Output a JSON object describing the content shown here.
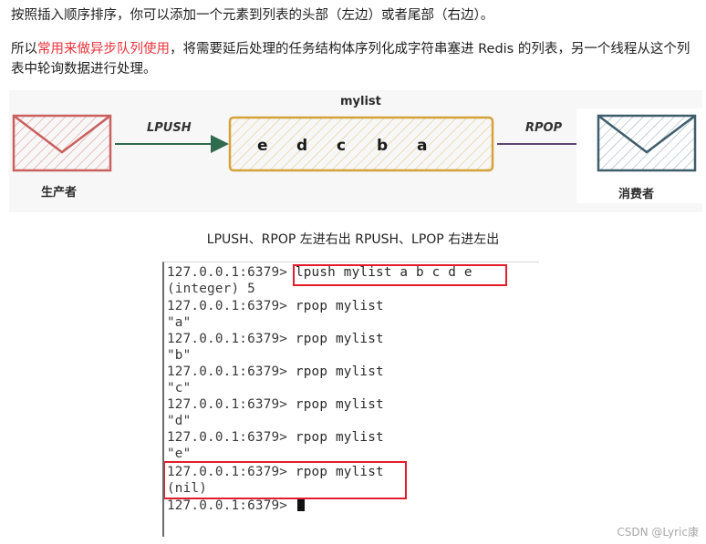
{
  "text": {
    "para1": "按照插入顺序排序，你可以添加一个元素到列表的头部（左边）或者尾部（右边）。",
    "para2_before": "所以",
    "para2_highlight": "常用来做异步队列使用",
    "para2_after": "，将需要延后处理的任务结构体序列化成字符串塞进 Redis 的列表，另一个线程从这个列表中轮询数据进行处理。"
  },
  "diagram": {
    "list_label": "mylist",
    "lpush_label": "LPUSH",
    "rpop_label": "RPOP",
    "producer_label": "生产者",
    "consumer_label": "消费者",
    "elements": [
      "e",
      "d",
      "c",
      "b",
      "a"
    ],
    "colors": {
      "producer": "#c9615f",
      "list": "#d4a238",
      "consumer": "#3f5e6b",
      "arrow_left": "#2f6b4f",
      "arrow_right": "#5a4673"
    }
  },
  "caption": "LPUSH、RPOP 左进右出   RPUSH、LPOP 右进左出",
  "terminal": {
    "prompt": "127.0.0.1:6379>",
    "lines": [
      {
        "prompt": "127.0.0.1:6379>",
        "cmd": " lpush mylist a b c d e"
      },
      {
        "prompt": "",
        "cmd": "(integer) 5"
      },
      {
        "prompt": "127.0.0.1:6379>",
        "cmd": " rpop mylist"
      },
      {
        "prompt": "",
        "cmd": "\"a\""
      },
      {
        "prompt": "127.0.0.1:6379>",
        "cmd": " rpop mylist"
      },
      {
        "prompt": "",
        "cmd": "\"b\""
      },
      {
        "prompt": "127.0.0.1:6379>",
        "cmd": " rpop mylist"
      },
      {
        "prompt": "",
        "cmd": "\"c\""
      },
      {
        "prompt": "127.0.0.1:6379>",
        "cmd": " rpop mylist"
      },
      {
        "prompt": "",
        "cmd": "\"d\""
      },
      {
        "prompt": "127.0.0.1:6379>",
        "cmd": " rpop mylist"
      },
      {
        "prompt": "",
        "cmd": "\"e\""
      },
      {
        "prompt": "127.0.0.1:6379>",
        "cmd": " rpop mylist"
      },
      {
        "prompt": "",
        "cmd": "(nil)"
      },
      {
        "prompt": "127.0.0.1:6379>",
        "cmd": " "
      }
    ],
    "highlight_color": "#e21e2c"
  },
  "watermark": "CSDN @Lyric康"
}
